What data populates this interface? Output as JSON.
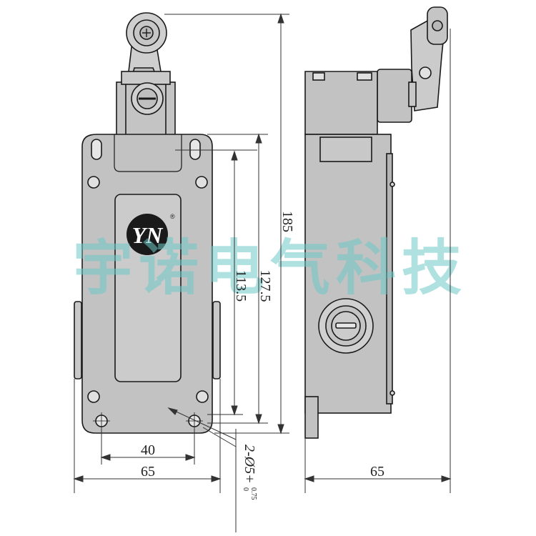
{
  "brand": {
    "logo_text": "YN",
    "registered_mark": "®"
  },
  "watermark": {
    "text": "宇诺电气科技",
    "color": "#6fc9c9"
  },
  "dimensions": {
    "total_height": "185",
    "body_height": "127.5",
    "hole_spacing_v": "113.5",
    "hole_spacing_h": "40",
    "front_width": "65",
    "side_width": "65",
    "hole_label": "2-Ø5+",
    "hole_tol_upper": "0.75",
    "hole_tol_lower": "0"
  },
  "colors": {
    "body_fill": "#c2c2c2",
    "body_fill_light": "#d3d3d3",
    "outline": "#1a1a1a",
    "dim_line": "#333333"
  }
}
